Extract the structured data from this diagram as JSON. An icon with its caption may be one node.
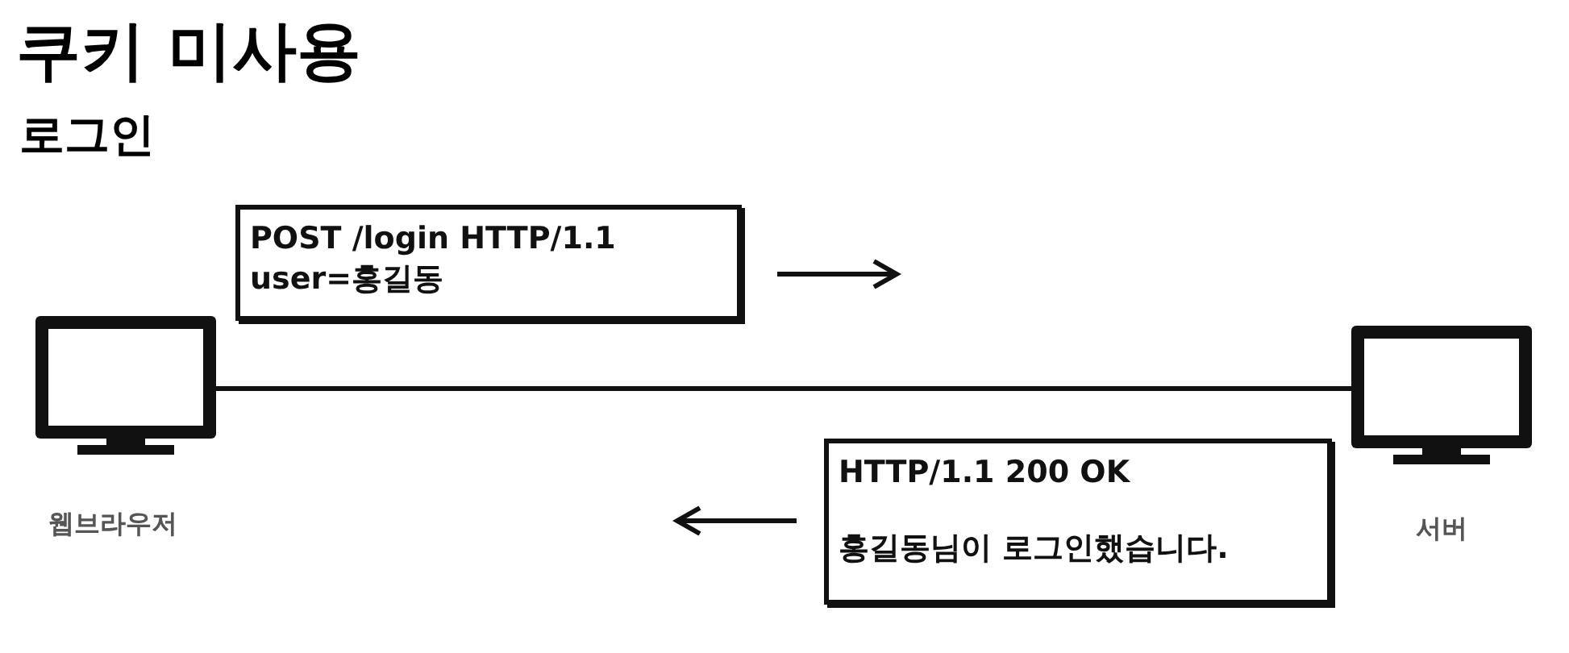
{
  "diagram": {
    "title": "쿠키 미사용",
    "nodes": [
      {
        "text": [],
        "shape": "monitor",
        "beside": [
          "웹브라우저"
        ]
      },
      {
        "text": [],
        "shape": "monitor",
        "beside": [
          "서버"
        ]
      },
      {
        "text": [
          "POST /login HTTP/1.1 user=홍길동"
        ]
      },
      {
        "text": [
          "HTTP/1.1 200 OK",
          "홍길동님이 로그인했습니다."
        ]
      }
    ],
    "edges": [
      {
        "from": 0,
        "to": 1,
        "arrow": "none"
      }
    ],
    "labels": [
      "로그인"
    ]
  }
}
